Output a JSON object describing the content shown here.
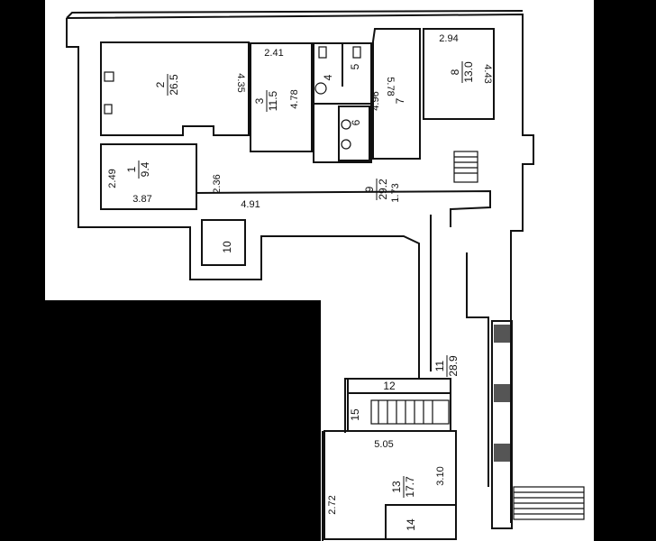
{
  "floor_plan": {
    "rooms": [
      {
        "id": "1",
        "number": "1",
        "area": "9.4"
      },
      {
        "id": "2",
        "number": "2",
        "area": "26.5"
      },
      {
        "id": "3",
        "number": "3",
        "area": "11.5"
      },
      {
        "id": "4",
        "number": "4"
      },
      {
        "id": "5",
        "number": "5"
      },
      {
        "id": "6",
        "number": "6"
      },
      {
        "id": "7",
        "number": "7"
      },
      {
        "id": "8",
        "number": "8",
        "area": "13.0"
      },
      {
        "id": "9",
        "number": "9",
        "area": "29.2"
      },
      {
        "id": "10",
        "number": "10"
      },
      {
        "id": "11",
        "number": "11",
        "area": "28.9"
      },
      {
        "id": "12",
        "number": "12"
      },
      {
        "id": "13",
        "number": "13",
        "area": "17.7"
      },
      {
        "id": "14",
        "number": "14"
      },
      {
        "id": "15",
        "number": "15"
      }
    ],
    "dimensions": [
      "2.41",
      "4.35",
      "4.78",
      "5.78",
      "4.96",
      "2.94",
      "4.43",
      "2.49",
      "3.87",
      "2.36",
      "4.91",
      "1.73",
      "5.05",
      "3.10",
      "2.72"
    ]
  }
}
